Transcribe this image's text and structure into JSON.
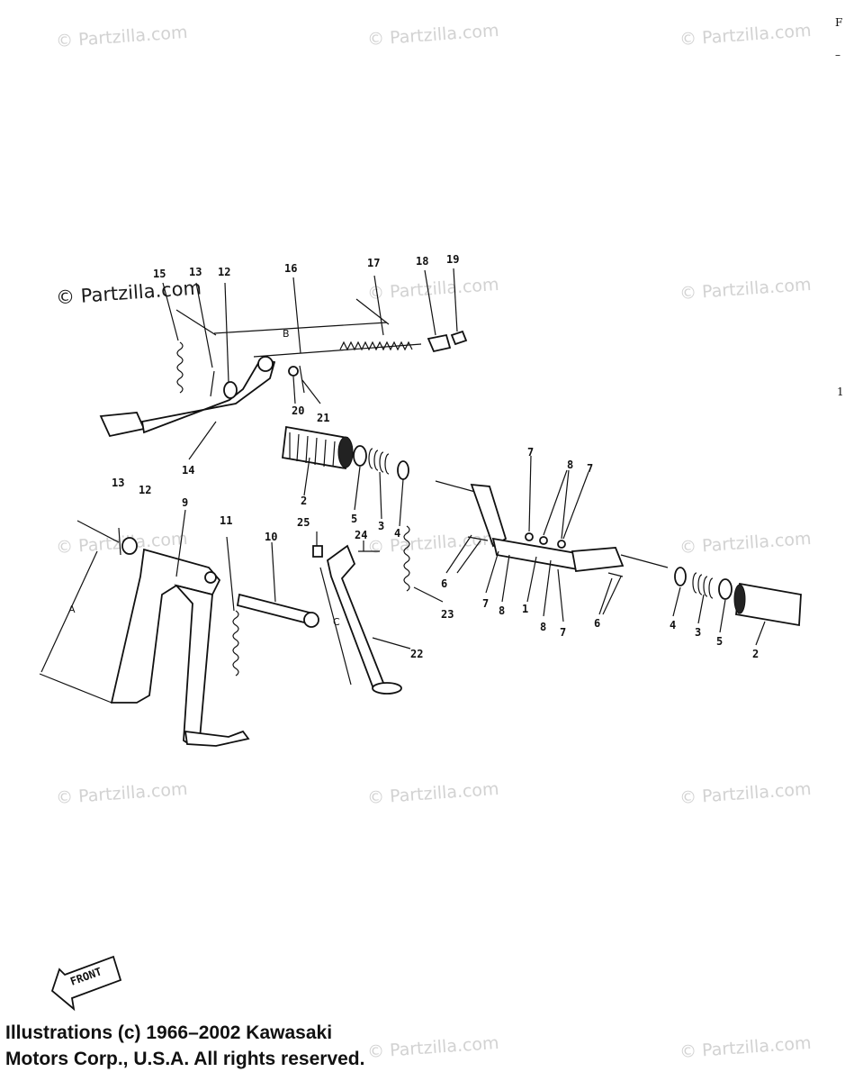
{
  "watermark": "© Partzilla.com",
  "callouts": {
    "c1": "1",
    "c2a": "2",
    "c2b": "2",
    "c3a": "3",
    "c3b": "3",
    "c4a": "4",
    "c4b": "4",
    "c5a": "5",
    "c5b": "5",
    "c6a": "6",
    "c6b": "6",
    "c7a": "7",
    "c7b": "7",
    "c7c": "7",
    "c7d": "7",
    "c8a": "8",
    "c8b": "8",
    "c8c": "8",
    "c9": "9",
    "c10": "10",
    "c11": "11",
    "c12a": "12",
    "c12b": "12",
    "c13a": "13",
    "c13b": "13",
    "c14": "14",
    "c15": "15",
    "c16": "16",
    "c17": "17",
    "c18": "18",
    "c19": "19",
    "c20": "20",
    "c21": "21",
    "c22": "22",
    "c23": "23",
    "c24": "24",
    "c25": "25"
  },
  "dimensions": {
    "a": "A",
    "b": "B",
    "c": "C"
  },
  "front_label": "FRONT",
  "copyright": {
    "line1": "Illustrations (c) 1966–2002 Kawasaki",
    "line2": "Motors Corp., U.S.A.  All rights reserved."
  },
  "edge_marks": {
    "top_right": "F",
    "dash": "–",
    "right": "1"
  }
}
